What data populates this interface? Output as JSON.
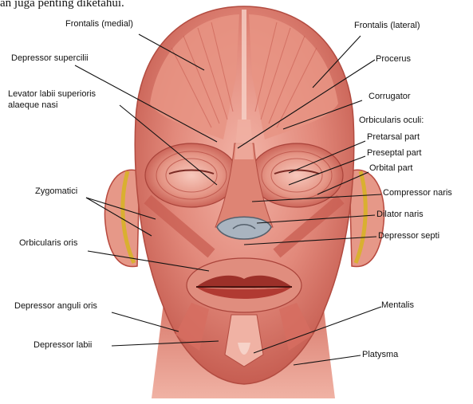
{
  "header_text": "an juga penting diketahui.",
  "labels": {
    "frontalis_medial": "Frontalis (medial)",
    "frontalis_lateral": "Frontalis (lateral)",
    "depressor_supercilii": "Depressor supercilii",
    "procerus": "Procerus",
    "levator_line1": "Levator labii superioris",
    "levator_line2": "alaeque nasi",
    "corrugator": "Corrugator",
    "orbicularis_oculi": "Orbicularis oculi:",
    "pretarsal": "Pretarsal part",
    "preseptal": "Preseptal part",
    "orbital": "Orbital part",
    "zygomatici": "Zygomatici",
    "compressor_naris": "Compressor naris",
    "dilator_naris": "Dilator naris",
    "orbicularis_oris": "Orbicularis oris",
    "depressor_septi": "Depressor septi",
    "mentalis": "Mentalis",
    "depressor_anguli_oris": "Depressor anguli oris",
    "depressor_labii": "Depressor labii",
    "platysma": "Platysma"
  },
  "colors": {
    "muscle_light": "#f0a89c",
    "muscle_mid": "#d9675a",
    "muscle_dark": "#b8443c",
    "ear_tendon": "#d9b030",
    "leader_line": "#111111"
  }
}
